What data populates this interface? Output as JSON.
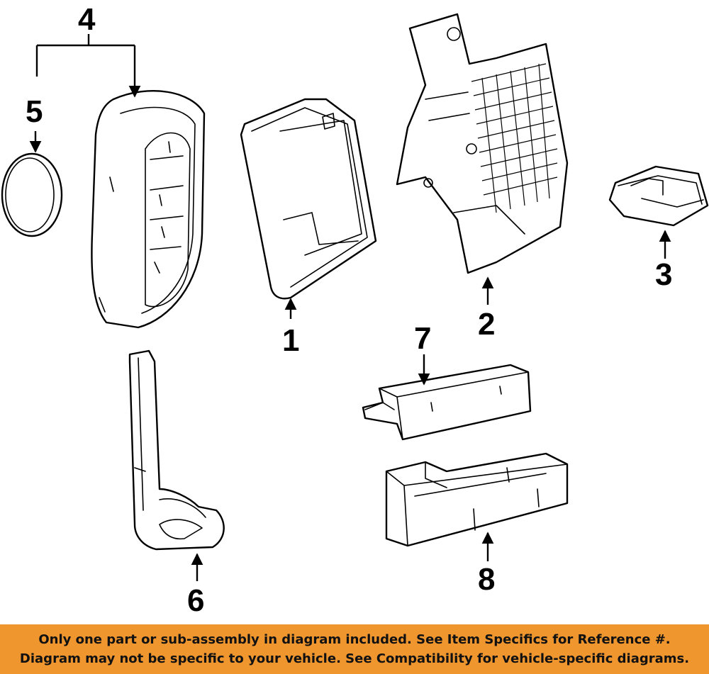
{
  "callouts": {
    "c1": "1",
    "c2": "2",
    "c3": "3",
    "c4": "4",
    "c5": "5",
    "c6": "6",
    "c7": "7",
    "c8": "8"
  },
  "banner": {
    "line1": "Only one part or sub-assembly in diagram included. See Item Specifics for Reference #.",
    "line2": "Diagram may not be specific to your vehicle. See Compatibility for vehicle-specific diagrams."
  },
  "colors": {
    "banner_bg": "#f0962e",
    "line_art": "#000000"
  }
}
